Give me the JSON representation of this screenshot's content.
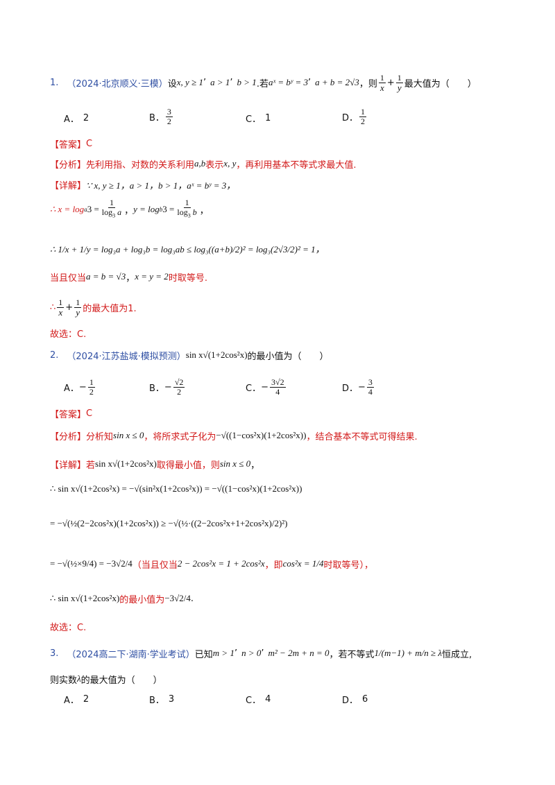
{
  "q1": {
    "num": "1.",
    "source": "（2024·北京顺义·三模）",
    "text_a": "设",
    "cond1": "x, y ≥ 1",
    "cond2": "a > 1",
    "cond3": "b > 1",
    "text_b": ".若",
    "cond4": "aˣ = bʸ = 3",
    "cond5": "a + b = 2√3",
    "text_c": "，则",
    "expr": "1/x + 1/y",
    "text_d": "最大值为（　　）",
    "options": [
      {
        "label": "A．",
        "value": "2"
      },
      {
        "label": "B．",
        "num": "3",
        "den": "2"
      },
      {
        "label": "C．",
        "value": "1"
      },
      {
        "label": "D．",
        "num": "1",
        "den": "2"
      }
    ],
    "answer_label": "【答案】",
    "answer": "C",
    "analysis_label": "【分析】",
    "analysis_a": "先利用指、对数的关系利用",
    "analysis_ab": "a,b",
    "analysis_b": "表示",
    "analysis_xy": "x, y",
    "analysis_c": "，再利用基本不等式求最大值.",
    "detail_label": "【详解】",
    "detail_1": "∵ x, y ≥ 1，a > 1，b > 1，aˣ = bʸ = 3，",
    "detail_2a": "∴ x = log",
    "detail_2b": "3 = 1 / log",
    "detail_2c": "y = log",
    "detail_3": "∴ 1/x + 1/y = log₃a + log₃b = log₃ab ≤ log₃((a+b)/2)² = log₃(2√3/2)² = 1，",
    "detail_4a": "当且仅当",
    "detail_4b": "a = b = √3",
    "detail_4c": "x = y = 2",
    "detail_4d": "时取等号.",
    "detail_5a": "∴",
    "detail_5b": "的最大值为1.",
    "choose": "故选：C."
  },
  "q2": {
    "num": "2.",
    "source": "（2024·江苏盐城·模拟预测）",
    "expr": "sin x√(1+2cos²x)",
    "text": "的最小值为（　　）",
    "options": [
      {
        "label": "A．",
        "sign": "−",
        "num": "1",
        "den": "2"
      },
      {
        "label": "B．",
        "sign": "−",
        "num": "√2",
        "den": "2"
      },
      {
        "label": "C．",
        "sign": "−",
        "num": "3√2",
        "den": "4"
      },
      {
        "label": "D．",
        "sign": "−",
        "num": "3",
        "den": "4"
      }
    ],
    "answer_label": "【答案】",
    "answer": "C",
    "analysis_label": "【分析】",
    "analysis_a": "分析知",
    "analysis_cond": "sin x ≤ 0",
    "analysis_b": "，将所求式子化为",
    "analysis_expr": "−√((1−cos²x)(1+2cos²x))",
    "analysis_c": "，结合基本不等式可得结果.",
    "detail_label": "【详解】",
    "detail_1a": "若",
    "detail_1b": "取得最小值，则",
    "detail_1c": "sin x ≤ 0",
    "detail_2": "∴ sin x√(1+2cos²x) = −√(sin²x(1+2cos²x)) = −√((1−cos²x)(1+2cos²x))",
    "detail_3a": "= −√(½(2−2cos²x)(1+2cos²x)) ≥ −√(½·((2−2cos²x+1+2cos²x)/2)²)",
    "detail_4a": "= −√(½×9/4) = −3√2/4",
    "detail_4b": "（当且仅当",
    "detail_4c": "2 − 2cos²x = 1 + 2cos²x",
    "detail_4d": "，即",
    "detail_4e": "cos²x = 1/4",
    "detail_4f": "时取等号），",
    "detail_5a": "∴ sin x√(1+2cos²x)",
    "detail_5b": "的最小值为",
    "detail_5c": "−3√2/4",
    "choose": "故选：C."
  },
  "q3": {
    "num": "3.",
    "source": "（2024高二下·湖南·学业考试）",
    "text_a": "已知",
    "cond1": "m > 1",
    "cond2": "n > 0",
    "cond3": "m² − 2m + n = 0",
    "text_b": "，若不等式",
    "ineq": "1/(m−1) + m/n ≥ λ",
    "text_c": "恒成立,",
    "line2a": "则实数",
    "lambda": "λ",
    "line2b": "的最大值为（　　）",
    "options": [
      {
        "label": "A．",
        "value": "2"
      },
      {
        "label": "B．",
        "value": "3"
      },
      {
        "label": "C．",
        "value": "4"
      },
      {
        "label": "D．",
        "value": "6"
      }
    ]
  }
}
